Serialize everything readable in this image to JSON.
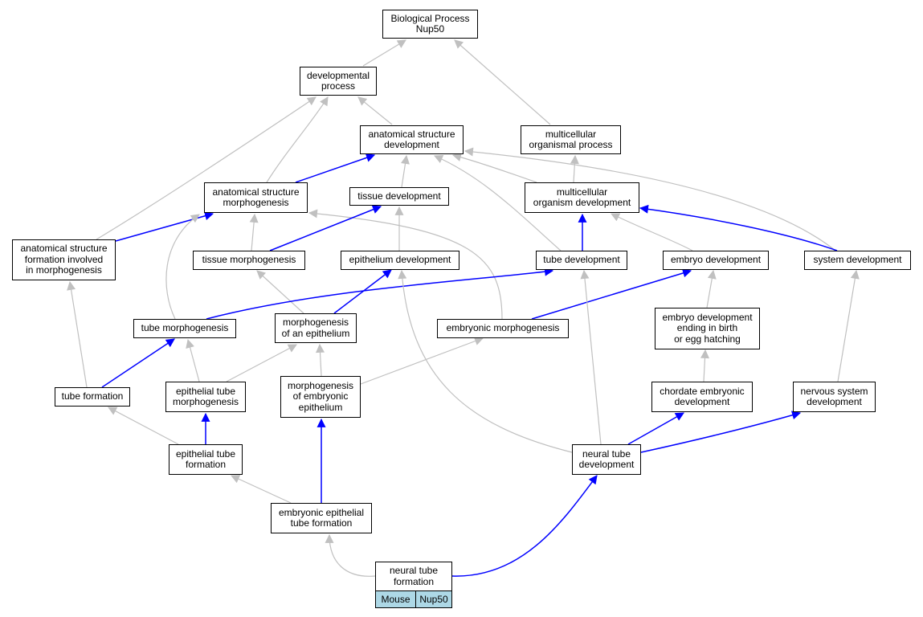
{
  "colors": {
    "is_a_edge": "#c0c0c0",
    "part_of_edge": "#0000ff",
    "tag_fill": "#add8e6",
    "node_border": "#000000"
  },
  "nodes": {
    "bp": "Biological Process\nNup50",
    "dev_process": "developmental\nprocess",
    "asd": "anatomical structure\ndevelopment",
    "mop": "multicellular\norganismal process",
    "asm": "anatomical structure\nmorphogenesis",
    "tissue_dev": "tissue development",
    "mod": "multicellular\norganism development",
    "asf": "anatomical structure\nformation involved\nin morphogenesis",
    "tissue_morph": "tissue morphogenesis",
    "epi_dev": "epithelium development",
    "tube_dev": "tube development",
    "embryo_dev": "embryo development",
    "sys_dev": "system development",
    "tube_morph": "tube morphogenesis",
    "morph_epi": "morphogenesis\nof an epithelium",
    "emb_morph": "embryonic morphogenesis",
    "embryo_birth": "embryo development\nending in birth\nor egg hatching",
    "tube_form": "tube formation",
    "epi_tube_morph": "epithelial tube\nmorphogenesis",
    "morph_emb_epi": "morphogenesis\nof embryonic\nepithelium",
    "chordate": "chordate embryonic\ndevelopment",
    "nervous": "nervous system\ndevelopment",
    "epi_tube_form": "epithelial tube\nformation",
    "ntd": "neural tube\ndevelopment",
    "emb_epi_tube": "embryonic epithelial\ntube formation",
    "ntf": "neural tube\nformation"
  },
  "tags": {
    "species": "Mouse",
    "gene": "Nup50"
  }
}
